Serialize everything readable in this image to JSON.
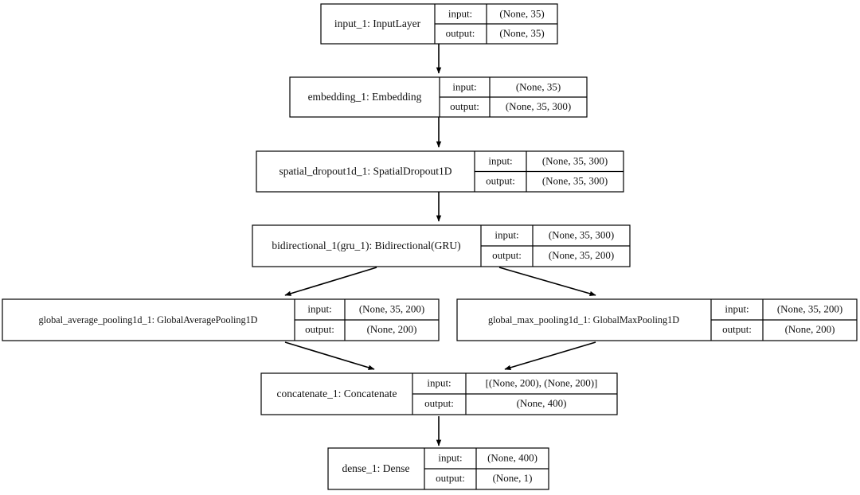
{
  "diagram": {
    "title": "Keras model architecture graph",
    "type": "neural-network-layer-graph",
    "background_color": "#ffffff",
    "line_color": "#000000",
    "text_color": "#111111",
    "labels": {
      "input": "input:",
      "output": "output:"
    },
    "nodes": [
      {
        "id": "input_1",
        "name": "input_1: InputLayer",
        "input_shape": "(None, 35)",
        "output_shape": "(None, 35)"
      },
      {
        "id": "embedding_1",
        "name": "embedding_1: Embedding",
        "input_shape": "(None, 35)",
        "output_shape": "(None, 35, 300)"
      },
      {
        "id": "spatial_dropout1d_1",
        "name": "spatial_dropout1d_1: SpatialDropout1D",
        "input_shape": "(None, 35, 300)",
        "output_shape": "(None, 35, 300)"
      },
      {
        "id": "bidirectional_1",
        "name": "bidirectional_1(gru_1): Bidirectional(GRU)",
        "input_shape": "(None, 35, 300)",
        "output_shape": "(None, 35, 200)"
      },
      {
        "id": "global_average_pooling1d_1",
        "name": "global_average_pooling1d_1: GlobalAveragePooling1D",
        "input_shape": "(None, 35, 200)",
        "output_shape": "(None, 200)"
      },
      {
        "id": "global_max_pooling1d_1",
        "name": "global_max_pooling1d_1: GlobalMaxPooling1D",
        "input_shape": "(None, 35, 200)",
        "output_shape": "(None, 200)"
      },
      {
        "id": "concatenate_1",
        "name": "concatenate_1: Concatenate",
        "input_shape": "[(None, 200), (None, 200)]",
        "output_shape": "(None, 400)"
      },
      {
        "id": "dense_1",
        "name": "dense_1: Dense",
        "input_shape": "(None, 400)",
        "output_shape": "(None, 1)"
      }
    ],
    "edges": [
      {
        "from": "input_1",
        "to": "embedding_1"
      },
      {
        "from": "embedding_1",
        "to": "spatial_dropout1d_1"
      },
      {
        "from": "spatial_dropout1d_1",
        "to": "bidirectional_1"
      },
      {
        "from": "bidirectional_1",
        "to": "global_average_pooling1d_1"
      },
      {
        "from": "bidirectional_1",
        "to": "global_max_pooling1d_1"
      },
      {
        "from": "global_average_pooling1d_1",
        "to": "concatenate_1"
      },
      {
        "from": "global_max_pooling1d_1",
        "to": "concatenate_1"
      },
      {
        "from": "concatenate_1",
        "to": "dense_1"
      }
    ]
  }
}
